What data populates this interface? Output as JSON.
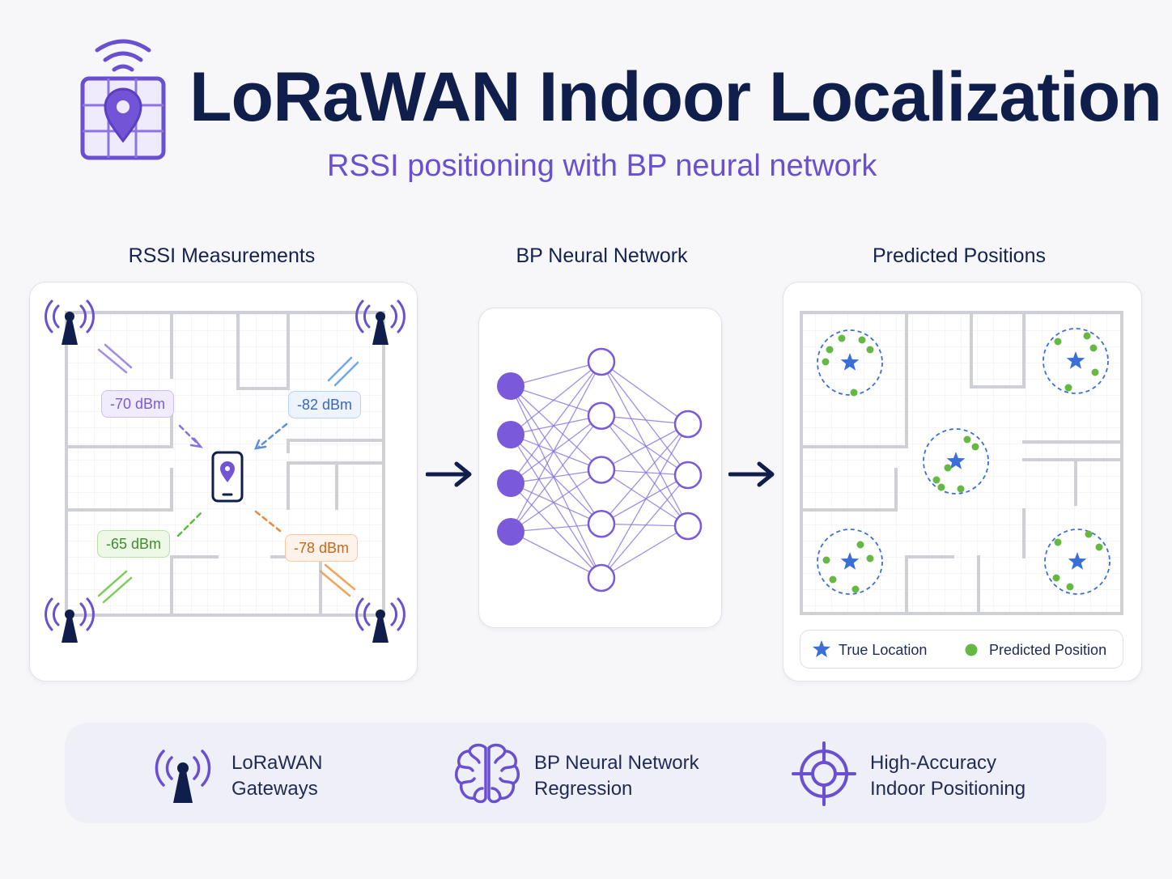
{
  "header": {
    "title": "LoRaWAN Indoor Localization",
    "subtitle": "RSSI positioning with BP neural network",
    "logo_icon": "map-pin-grid-wifi-icon"
  },
  "panels": {
    "rssi": {
      "title": "RSSI Measurements",
      "readings": [
        {
          "label": "-70 dBm",
          "color": "#7b5ad6",
          "bg": "#f1ecfd",
          "border": "#cdbdf4"
        },
        {
          "label": "-82 dBm",
          "color": "#3a64c4",
          "bg": "#edf4fd",
          "border": "#b9d3f4"
        },
        {
          "label": "-65 dBm",
          "color": "#3e8d2a",
          "bg": "#edf8e6",
          "border": "#b8e0a4"
        },
        {
          "label": "-78 dBm",
          "color": "#c9671c",
          "bg": "#fdf3ea",
          "border": "#f3c9a3"
        }
      ]
    },
    "network": {
      "title": "BP Neural Network",
      "layers": [
        4,
        5,
        3
      ]
    },
    "predicted": {
      "title": "Predicted Positions",
      "legend": {
        "true_location": "True Location",
        "predicted_position": "Predicted Position"
      }
    }
  },
  "footer": {
    "items": [
      {
        "line1": "LoRaWAN",
        "line2": "Gateways",
        "icon": "gateway-antenna-icon"
      },
      {
        "line1": "BP Neural Network",
        "line2": "Regression",
        "icon": "brain-icon"
      },
      {
        "line1": "High-Accuracy",
        "line2": "Indoor Positioning",
        "icon": "crosshair-icon"
      }
    ]
  },
  "colors": {
    "navy": "#0f1e4a",
    "purple": "#6a4fd1",
    "star_blue": "#3a6fd8",
    "dot_green": "#66b844"
  }
}
